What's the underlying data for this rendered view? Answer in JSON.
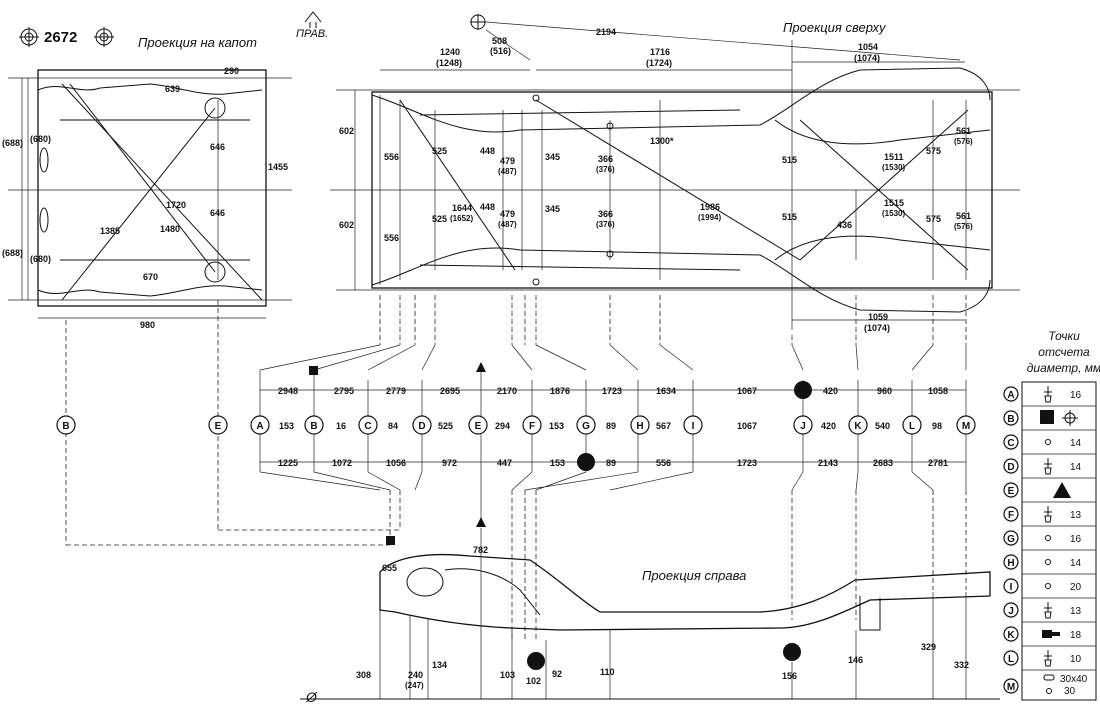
{
  "header": {
    "code": "2672",
    "direction_label": "ПРАВ."
  },
  "views": {
    "hood": "Проекция на капот",
    "top": "Проекция сверху",
    "side": "Проекция справа"
  },
  "hood_dims": [
    "639",
    "290",
    "646",
    "646",
    "1455",
    "1720",
    "1385",
    "1480",
    "670",
    "980"
  ],
  "hood_left_dims": [
    "(688)",
    "(680)",
    "(688)",
    "(680)"
  ],
  "top_dims_upper": [
    "508",
    "(516)",
    "2194",
    "1240",
    "(1248)",
    "1716",
    "(1724)",
    "1054",
    "(1074)"
  ],
  "top_dims_inner": [
    "602",
    "602",
    "556",
    "556",
    "525",
    "525",
    "448",
    "448",
    "479",
    "(487)",
    "479",
    "(487)",
    "345",
    "345",
    "366",
    "(376)",
    "366",
    "(376)",
    "1300*",
    "1644",
    "(1652)",
    "1986",
    "(1994)",
    "515",
    "515",
    "1511",
    "(1530)",
    "1515",
    "(1530)",
    "575",
    "575",
    "561",
    "(576)",
    "561",
    "(576)",
    "436"
  ],
  "top_dims_lower": [
    "1059",
    "(1074)"
  ],
  "points": [
    "A",
    "B",
    "C",
    "D",
    "E",
    "F",
    "G",
    "H",
    "I",
    "J",
    "K",
    "L",
    "M"
  ],
  "row_top": [
    "2948",
    "2795",
    "2779",
    "2695",
    "2170",
    "1876",
    "1723",
    "1634",
    "1067",
    "420",
    "960",
    "1058"
  ],
  "row_mid": [
    "153",
    "16",
    "84",
    "525",
    "294",
    "153",
    "89",
    "567",
    "1067",
    "420",
    "540",
    "98"
  ],
  "row_bottom": [
    "1225",
    "1072",
    "1056",
    "972",
    "447",
    "153",
    "89",
    "556",
    "1723",
    "2143",
    "2683",
    "2781"
  ],
  "side_dims": [
    "655",
    "782",
    "308",
    "240",
    "(247)",
    "134",
    "103",
    "102",
    "92",
    "110",
    "156",
    "146",
    "329",
    "332"
  ],
  "ground_symbol": "Ø",
  "legend": {
    "title": [
      "Точки",
      "отсчета",
      "диаметр, мм"
    ],
    "rows": [
      {
        "point": "A",
        "value": "16"
      },
      {
        "point": "B",
        "value": ""
      },
      {
        "point": "C",
        "value": "14"
      },
      {
        "point": "D",
        "value": "14"
      },
      {
        "point": "E",
        "value": ""
      },
      {
        "point": "F",
        "value": "13"
      },
      {
        "point": "G",
        "value": "16"
      },
      {
        "point": "H",
        "value": "14"
      },
      {
        "point": "I",
        "value": "20"
      },
      {
        "point": "J",
        "value": "13"
      },
      {
        "point": "K",
        "value": "18"
      },
      {
        "point": "L",
        "value": "10"
      },
      {
        "point": "M",
        "value": "30x40",
        "value2": "30"
      }
    ]
  }
}
